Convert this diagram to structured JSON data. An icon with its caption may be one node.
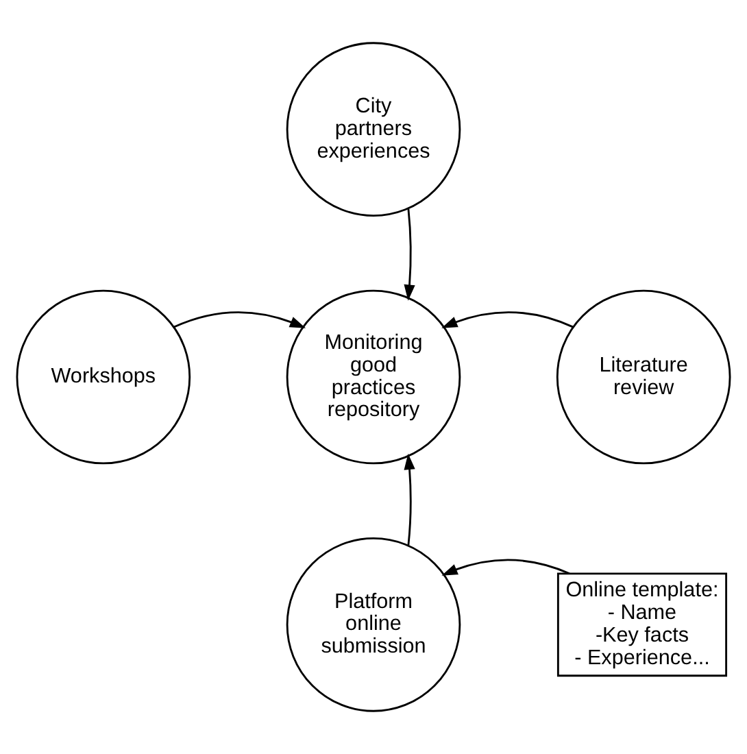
{
  "diagram": {
    "nodes": [
      {
        "text": [
          "City partners experiences"
        ]
      },
      {
        "text": [
          "Workshops"
        ]
      },
      {
        "text": [
          "Monitoring good practices repository"
        ]
      },
      {
        "text": [
          "Literature review"
        ]
      },
      {
        "text": [
          "Platform online submission"
        ]
      },
      {
        "text": [
          "Online template:",
          "- Name",
          "-Key facts",
          "- Experience..."
        ]
      }
    ],
    "edges": [
      {
        "from": 0,
        "to": 2,
        "arrow": "to"
      },
      {
        "from": 1,
        "to": 2,
        "arrow": "to"
      },
      {
        "from": 3,
        "to": 2,
        "arrow": "to"
      },
      {
        "from": 4,
        "to": 2,
        "arrow": "to"
      },
      {
        "from": 5,
        "to": 4,
        "arrow": "to"
      }
    ]
  }
}
